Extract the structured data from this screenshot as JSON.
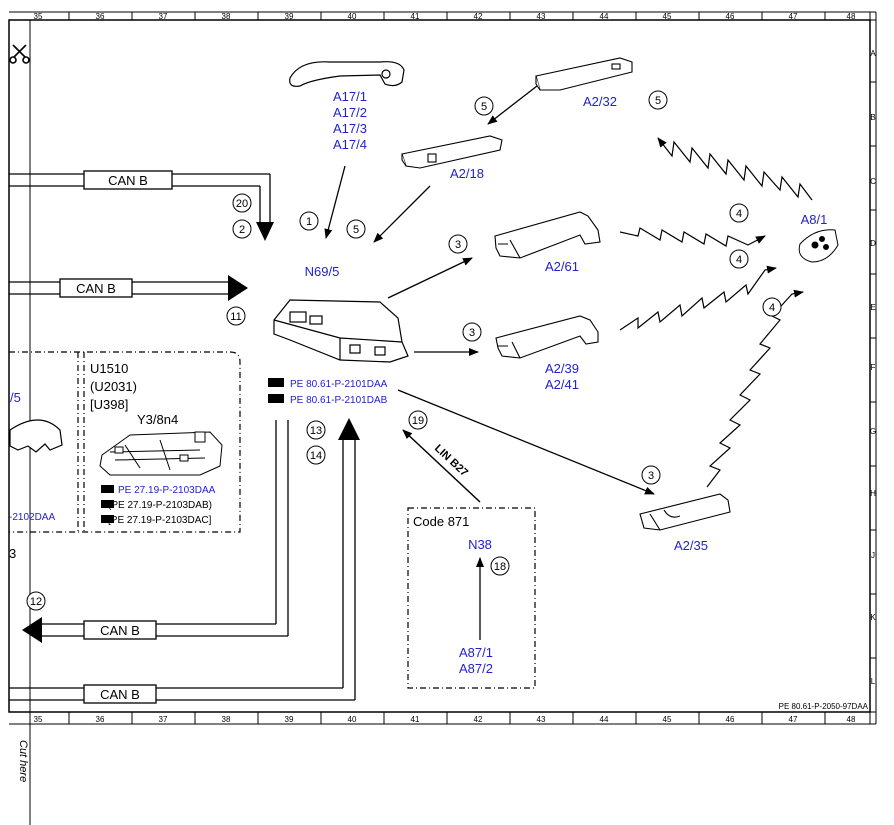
{
  "ruler": {
    "columns": [
      "35",
      "36",
      "37",
      "38",
      "39",
      "40",
      "41",
      "42",
      "43",
      "44",
      "45",
      "46",
      "47",
      "48"
    ],
    "rows": [
      "A",
      "B",
      "C",
      "D",
      "E",
      "F",
      "G",
      "H",
      "J",
      "K",
      "L"
    ]
  },
  "can_bus_label": "CAN B",
  "lin_bus_label": "LIN B27",
  "code_box_label": "Code 871",
  "scissors_icon": "scissors-icon",
  "cut_label": "Cut here",
  "doc_ref": "PE 80.61-P-2050-97DAA",
  "components": {
    "a17": [
      "A17/1",
      "A17/2",
      "A17/3",
      "A17/4"
    ],
    "a2_32": "A2/32",
    "a2_18": "A2/18",
    "a8_1": "A8/1",
    "n69_5": "N69/5",
    "a2_61": "A2/61",
    "a2_39": [
      "A2/39",
      "A2/41"
    ],
    "a2_35": "A2/35",
    "n38": "N38",
    "a87": [
      "A87/1",
      "A87/2"
    ],
    "y3": "Y3/8n4"
  },
  "n69_refs": [
    "PE 80.61-P-2101DAA",
    "PE 80.61-P-2101DAB"
  ],
  "left_box": {
    "codes": [
      "U1510",
      "(U2031)",
      "[U398]"
    ],
    "refs": [
      "PE 27.19-P-2103DAA",
      "(PE 27.19-P-2103DAB)",
      "[PE 27.19-P-2103DAC]"
    ],
    "left_partial_label": "/5",
    "left_partial_ref": "-2102DAA",
    "left_edge_num": "3"
  },
  "callouts": {
    "c1": "1",
    "c2": "2",
    "c20": "20",
    "c5a": "5",
    "c5b": "5",
    "c5c": "5",
    "c4a": "4",
    "c4b": "4",
    "c4c": "4",
    "c3a": "3",
    "c3b": "3",
    "c3c": "3",
    "c11": "11",
    "c13": "13",
    "c14": "14",
    "c19": "19",
    "c18": "18",
    "c12": "12"
  },
  "colors": {
    "component_label": "#2222cc",
    "line": "#000000"
  }
}
